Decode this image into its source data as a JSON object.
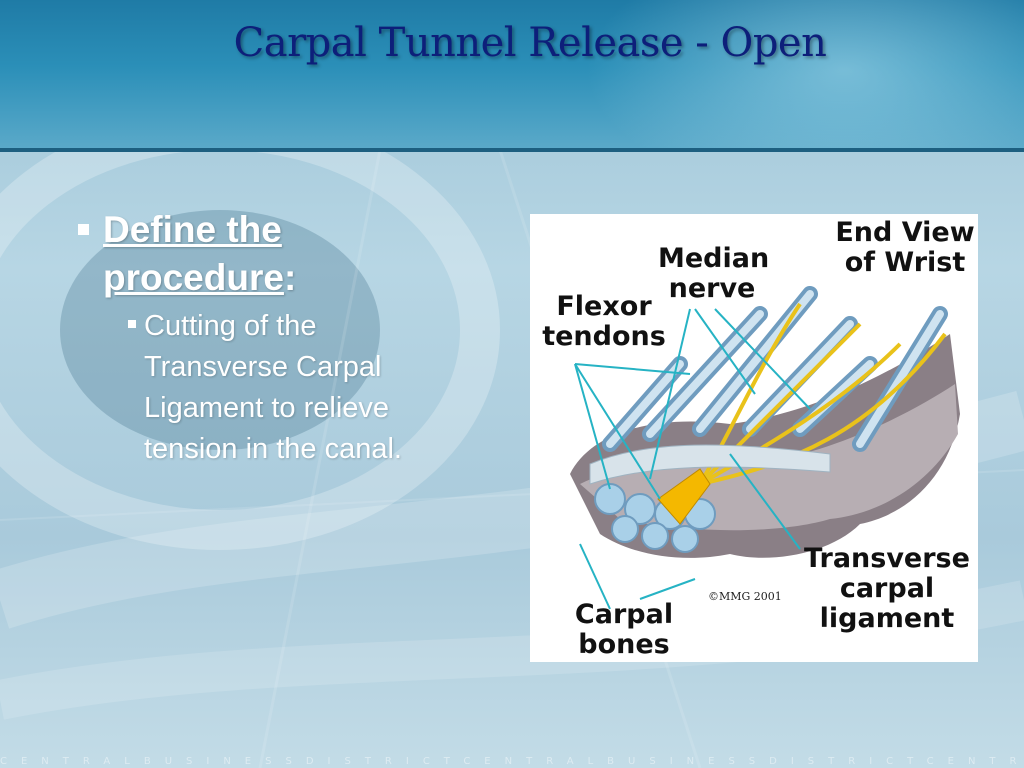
{
  "slide": {
    "title": "Carpal Tunnel Release - Open",
    "bullet": {
      "label": "Define the procedure",
      "label_line1": "Define the",
      "label_line2": "procedure",
      "colon": ":",
      "sub_items": [
        {
          "text": "Cutting of the Transverse Carpal Ligament to relieve tension in the canal."
        }
      ]
    }
  },
  "figure": {
    "labels": {
      "end_view": "End View of Wrist",
      "median_nerve": "Median nerve",
      "flexor_tendons": "Flexor tendons",
      "transverse_ligament": "Transverse carpal ligament",
      "carpal_bones": "Carpal bones"
    },
    "copyright": "©MMG 2001"
  },
  "footer": {
    "watermark": "CENTRALBUSINESSDISTRICTCENTRALBUSINESSDISTRICTCENTRA"
  }
}
